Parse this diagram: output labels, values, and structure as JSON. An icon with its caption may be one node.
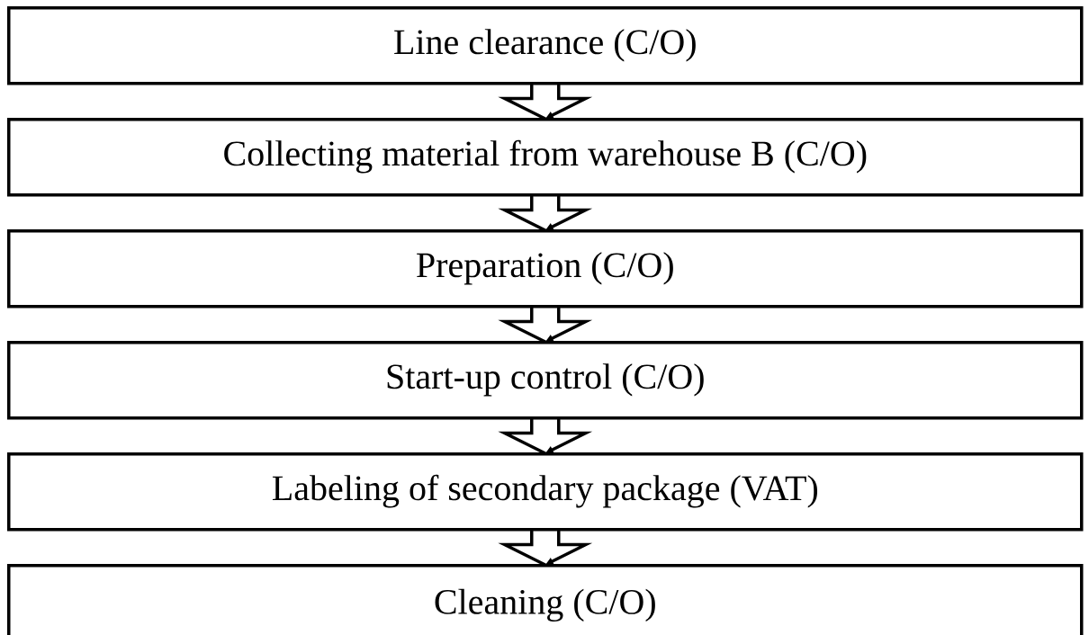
{
  "diagram": {
    "nodes": [
      {
        "text": [
          "Line clearance (C/O)"
        ]
      },
      {
        "text": [
          "Collecting material from warehouse B (C/O)"
        ]
      },
      {
        "text": [
          "Preparation (C/O)"
        ]
      },
      {
        "text": [
          "Start-up control (C/O)"
        ]
      },
      {
        "text": [
          "Labeling of secondary package (VAT)"
        ]
      },
      {
        "text": [
          "Cleaning (C/O)"
        ]
      }
    ],
    "edges": [
      {
        "from": 0,
        "to": 1,
        "arrow": "to"
      },
      {
        "from": 1,
        "to": 2,
        "arrow": "to"
      },
      {
        "from": 2,
        "to": 3,
        "arrow": "to"
      },
      {
        "from": 3,
        "to": 4,
        "arrow": "to"
      },
      {
        "from": 4,
        "to": 5,
        "arrow": "to"
      }
    ]
  }
}
